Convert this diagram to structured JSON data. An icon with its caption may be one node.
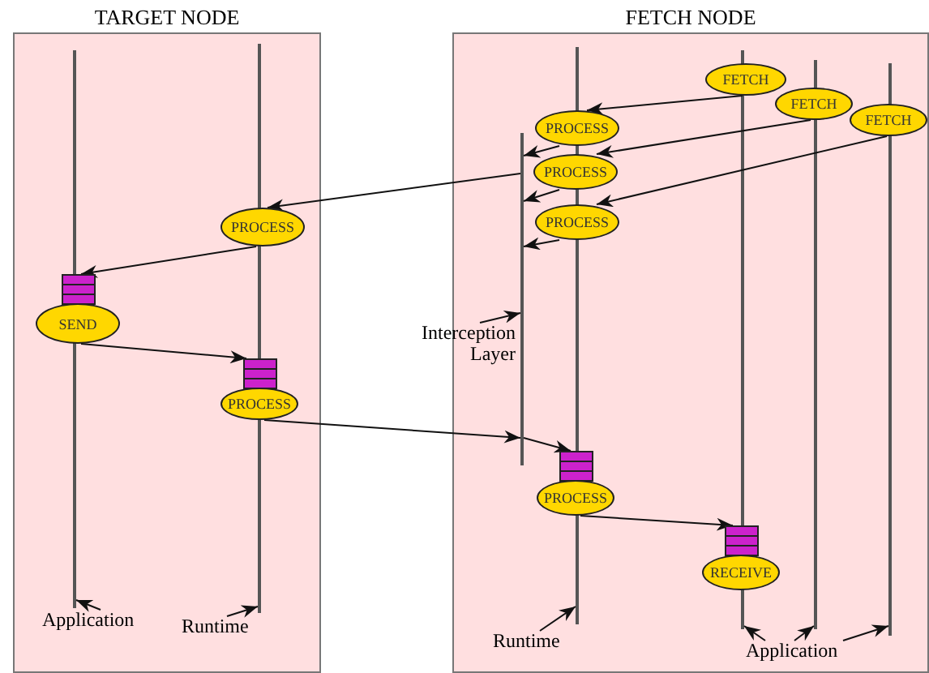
{
  "diagram": {
    "nodes": [
      {
        "text": [
          "TARGET NODE"
        ]
      },
      {
        "text": [],
        "shape": "line",
        "in": 0
      },
      {
        "text": [],
        "shape": "line",
        "in": 0
      },
      {
        "text": [
          "PROCESS"
        ],
        "in": 0
      },
      {
        "text": [
          "SEND"
        ],
        "in": 0
      },
      {
        "text": [
          "PROCESS"
        ],
        "in": 0
      },
      {
        "text": [
          "Application"
        ],
        "in": 0
      },
      {
        "text": [
          "Runtime"
        ],
        "in": 0
      },
      {
        "text": [
          "FETCH NODE"
        ]
      },
      {
        "text": [],
        "shape": "line",
        "in": 8
      },
      {
        "text": [],
        "shape": "line",
        "in": 8
      },
      {
        "text": [],
        "shape": "line",
        "in": 8
      },
      {
        "text": [],
        "shape": "line",
        "in": 8
      },
      {
        "text": [],
        "shape": "line",
        "in": 8
      },
      {
        "text": [
          "FETCH"
        ],
        "in": 8
      },
      {
        "text": [
          "FETCH"
        ],
        "in": 8
      },
      {
        "text": [
          "FETCH"
        ],
        "in": 8
      },
      {
        "text": [
          "PROCESS"
        ],
        "in": 8
      },
      {
        "text": [
          "PROCESS"
        ],
        "in": 8
      },
      {
        "text": [
          "PROCESS"
        ],
        "in": 8
      },
      {
        "text": [
          "Interception Layer"
        ],
        "in": 8
      },
      {
        "text": [
          "PROCESS"
        ],
        "in": 8
      },
      {
        "text": [
          "RECEIVE"
        ],
        "in": 8
      },
      {
        "text": [
          "Runtime"
        ],
        "in": 8
      },
      {
        "text": [
          "Application"
        ],
        "in": 8
      }
    ],
    "edges": [
      {
        "from": 14,
        "to": 17,
        "arrow": "to"
      },
      {
        "from": 15,
        "to": 18,
        "arrow": "to"
      },
      {
        "from": 16,
        "to": 19,
        "arrow": "to"
      },
      {
        "from": 17,
        "to": 9,
        "arrow": "to"
      },
      {
        "from": 18,
        "to": 9,
        "arrow": "to"
      },
      {
        "from": 19,
        "to": 9,
        "arrow": "to"
      },
      {
        "from": 9,
        "to": 3,
        "arrow": "to"
      },
      {
        "from": 3,
        "to": 4,
        "arrow": "to"
      },
      {
        "from": 4,
        "to": 5,
        "arrow": "to"
      },
      {
        "from": 5,
        "to": 9,
        "arrow": "to"
      },
      {
        "from": 9,
        "to": 21,
        "arrow": "to"
      },
      {
        "from": 21,
        "to": 22,
        "arrow": "to"
      },
      {
        "from": 6,
        "to": 1,
        "arrow": "to"
      },
      {
        "from": 7,
        "to": 2,
        "arrow": "to"
      },
      {
        "from": 20,
        "to": 9,
        "arrow": "to"
      },
      {
        "from": 23,
        "to": 10,
        "arrow": "to"
      },
      {
        "from": 24,
        "to": 11,
        "arrow": "to"
      },
      {
        "from": 24,
        "to": 12,
        "arrow": "to"
      },
      {
        "from": 24,
        "to": 13,
        "arrow": "to"
      }
    ]
  }
}
